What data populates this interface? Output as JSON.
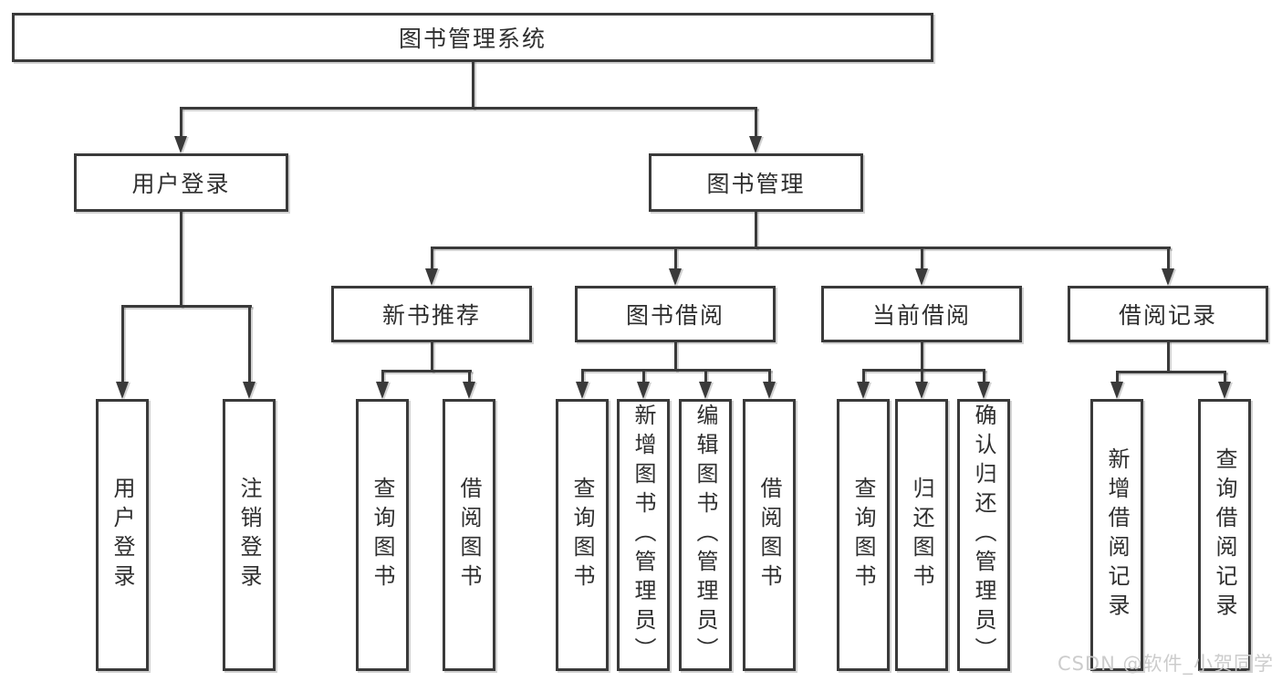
{
  "diagram_title": "图书管理系统",
  "tree": {
    "label": "图书管理系统",
    "children": [
      {
        "label": "用户登录",
        "children": [
          {
            "label": "用户登录"
          },
          {
            "label": "注销登录"
          }
        ]
      },
      {
        "label": "图书管理",
        "children": [
          {
            "label": "新书推荐",
            "children": [
              {
                "label": "查询图书"
              },
              {
                "label": "借阅图书"
              }
            ]
          },
          {
            "label": "图书借阅",
            "children": [
              {
                "label": "查询图书"
              },
              {
                "label": "新增图书（管理员）"
              },
              {
                "label": "编辑图书（管理员）"
              },
              {
                "label": "借阅图书"
              }
            ]
          },
          {
            "label": "当前借阅",
            "children": [
              {
                "label": "查询图书"
              },
              {
                "label": "归还图书"
              },
              {
                "label": "确认归还（管理员）"
              }
            ]
          },
          {
            "label": "借阅记录",
            "children": [
              {
                "label": "新增借阅记录"
              },
              {
                "label": "查询借阅记录"
              }
            ]
          }
        ]
      }
    ]
  },
  "watermark": {
    "text": "CSDN @软件_小贺同学"
  },
  "colors": {
    "line": "#3a3a3a",
    "text": "#2f2f2f",
    "box_background": "#ffffff",
    "page_background": "#ffffff",
    "watermark": "#c9c9c9"
  }
}
